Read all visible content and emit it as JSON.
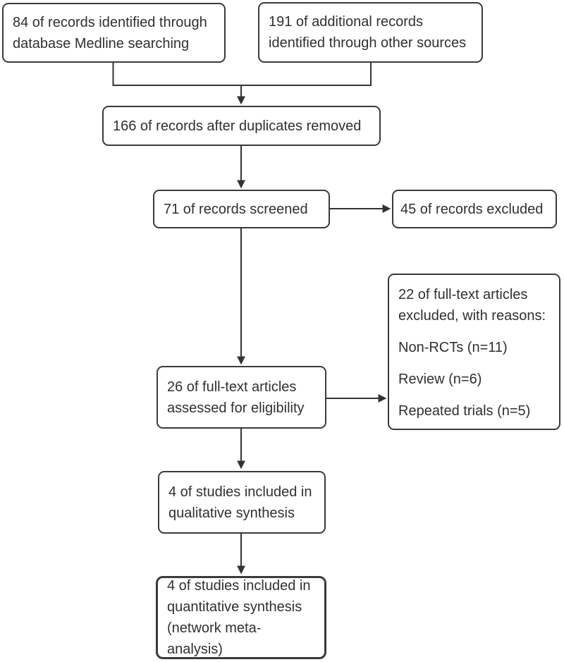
{
  "nodes": {
    "identified_medline": "84 of records identified through database Medline searching",
    "identified_other": "191 of additional records identified through other sources",
    "after_duplicates": "166 of records after duplicates removed",
    "screened": "71 of records screened",
    "records_excluded": "45 of records excluded",
    "fulltext_assessed": "26 of full-text articles assessed for eligibility",
    "fulltext_excluded": {
      "header": "22 of full-text articles excluded, with reasons:",
      "reasons": [
        "Non-RCTs (n=11)",
        "Review (n=6)",
        "Repeated trials (n=5)"
      ]
    },
    "qualitative": "4 of studies included in qualitative synthesis",
    "quantitative": "4 of studies included in quantitative synthesis (network meta-analysis)"
  },
  "edges": [
    {
      "from": "identified_medline",
      "to": "after_duplicates"
    },
    {
      "from": "identified_other",
      "to": "after_duplicates"
    },
    {
      "from": "after_duplicates",
      "to": "screened"
    },
    {
      "from": "screened",
      "to": "records_excluded"
    },
    {
      "from": "screened",
      "to": "fulltext_assessed"
    },
    {
      "from": "fulltext_assessed",
      "to": "fulltext_excluded"
    },
    {
      "from": "fulltext_assessed",
      "to": "qualitative"
    },
    {
      "from": "qualitative",
      "to": "quantitative"
    }
  ],
  "colors": {
    "line": "#333333",
    "border": "#3a3a3a",
    "text": "#303030",
    "background": "#ffffff"
  }
}
